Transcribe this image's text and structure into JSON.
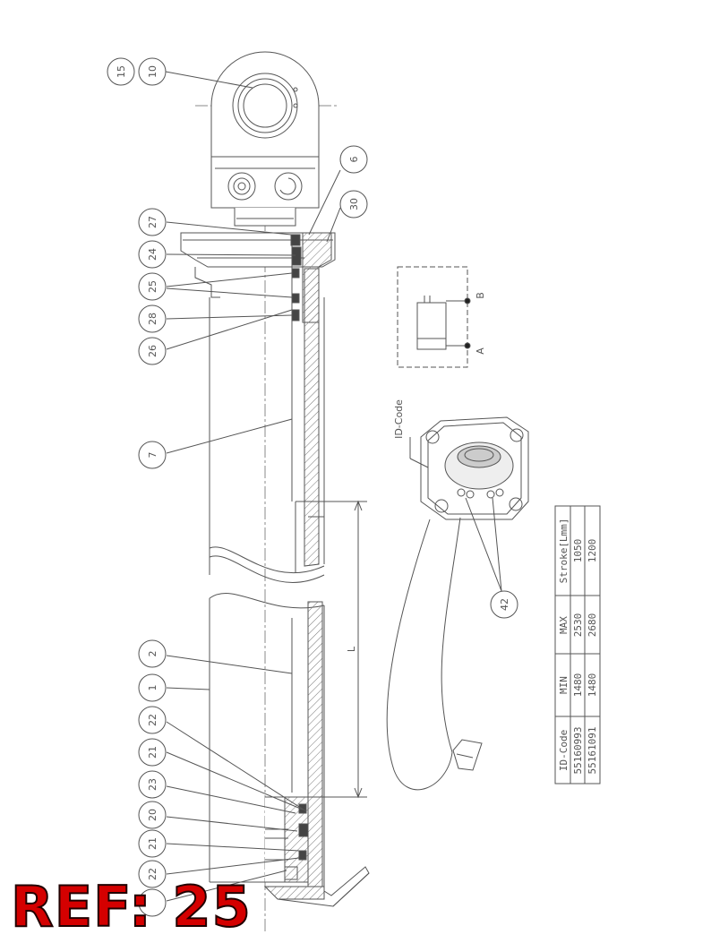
{
  "callouts": {
    "c15": "15",
    "c10": "10",
    "c6": "6",
    "c30": "30",
    "c27": "27",
    "c24": "24",
    "c25": "25",
    "c28": "28",
    "c26": "26",
    "c7": "7",
    "c2": "2",
    "c1": "1",
    "c22a": "22",
    "c21a": "21",
    "c23": "23",
    "c20": "20",
    "c21b": "21",
    "c22b": "22",
    "c42": "42"
  },
  "dimension_label": "L",
  "id_code_label": "ID-Code",
  "detail_labels": {
    "a": "A",
    "b": "B"
  },
  "table": {
    "headers": [
      "ID-Code",
      "MIN",
      "MAX",
      "Stroke[Lmm]"
    ],
    "rows": [
      [
        "55160993",
        "1480",
        "2530",
        "1050"
      ],
      [
        "55161091",
        "1480",
        "2680",
        "1200"
      ]
    ]
  },
  "ref_badge": "REF: 25"
}
